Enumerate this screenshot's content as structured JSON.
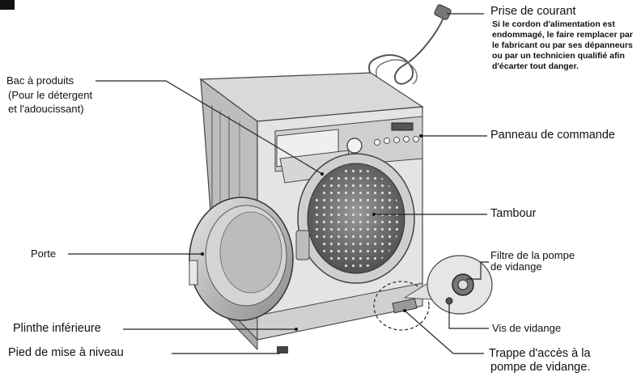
{
  "labels": {
    "prise_title": "Prise de courant",
    "prise_note_1": "Si le cordon d'alimentation est",
    "prise_note_2": "endommagé, le faire remplacer par",
    "prise_note_3": "le fabricant ou par ses dépanneurs",
    "prise_note_4": "ou par un technicien qualifié afin",
    "prise_note_5": "d'écarter tout danger.",
    "bac_1": "Bac à produits",
    "bac_2": "(Pour le détergent",
    "bac_3": "et l'adoucissant)",
    "panneau": "Panneau de commande",
    "tambour": "Tambour",
    "porte": "Porte",
    "filtre_1": "Filtre de la pompe",
    "filtre_2": "de vidange",
    "vis": "Vis de vidange",
    "plinthe": "Plinthe inférieure",
    "pied": "Pied de mise à niveau",
    "trappe_1": "Trappe d'accès à la",
    "trappe_2": "pompe de vidange."
  }
}
